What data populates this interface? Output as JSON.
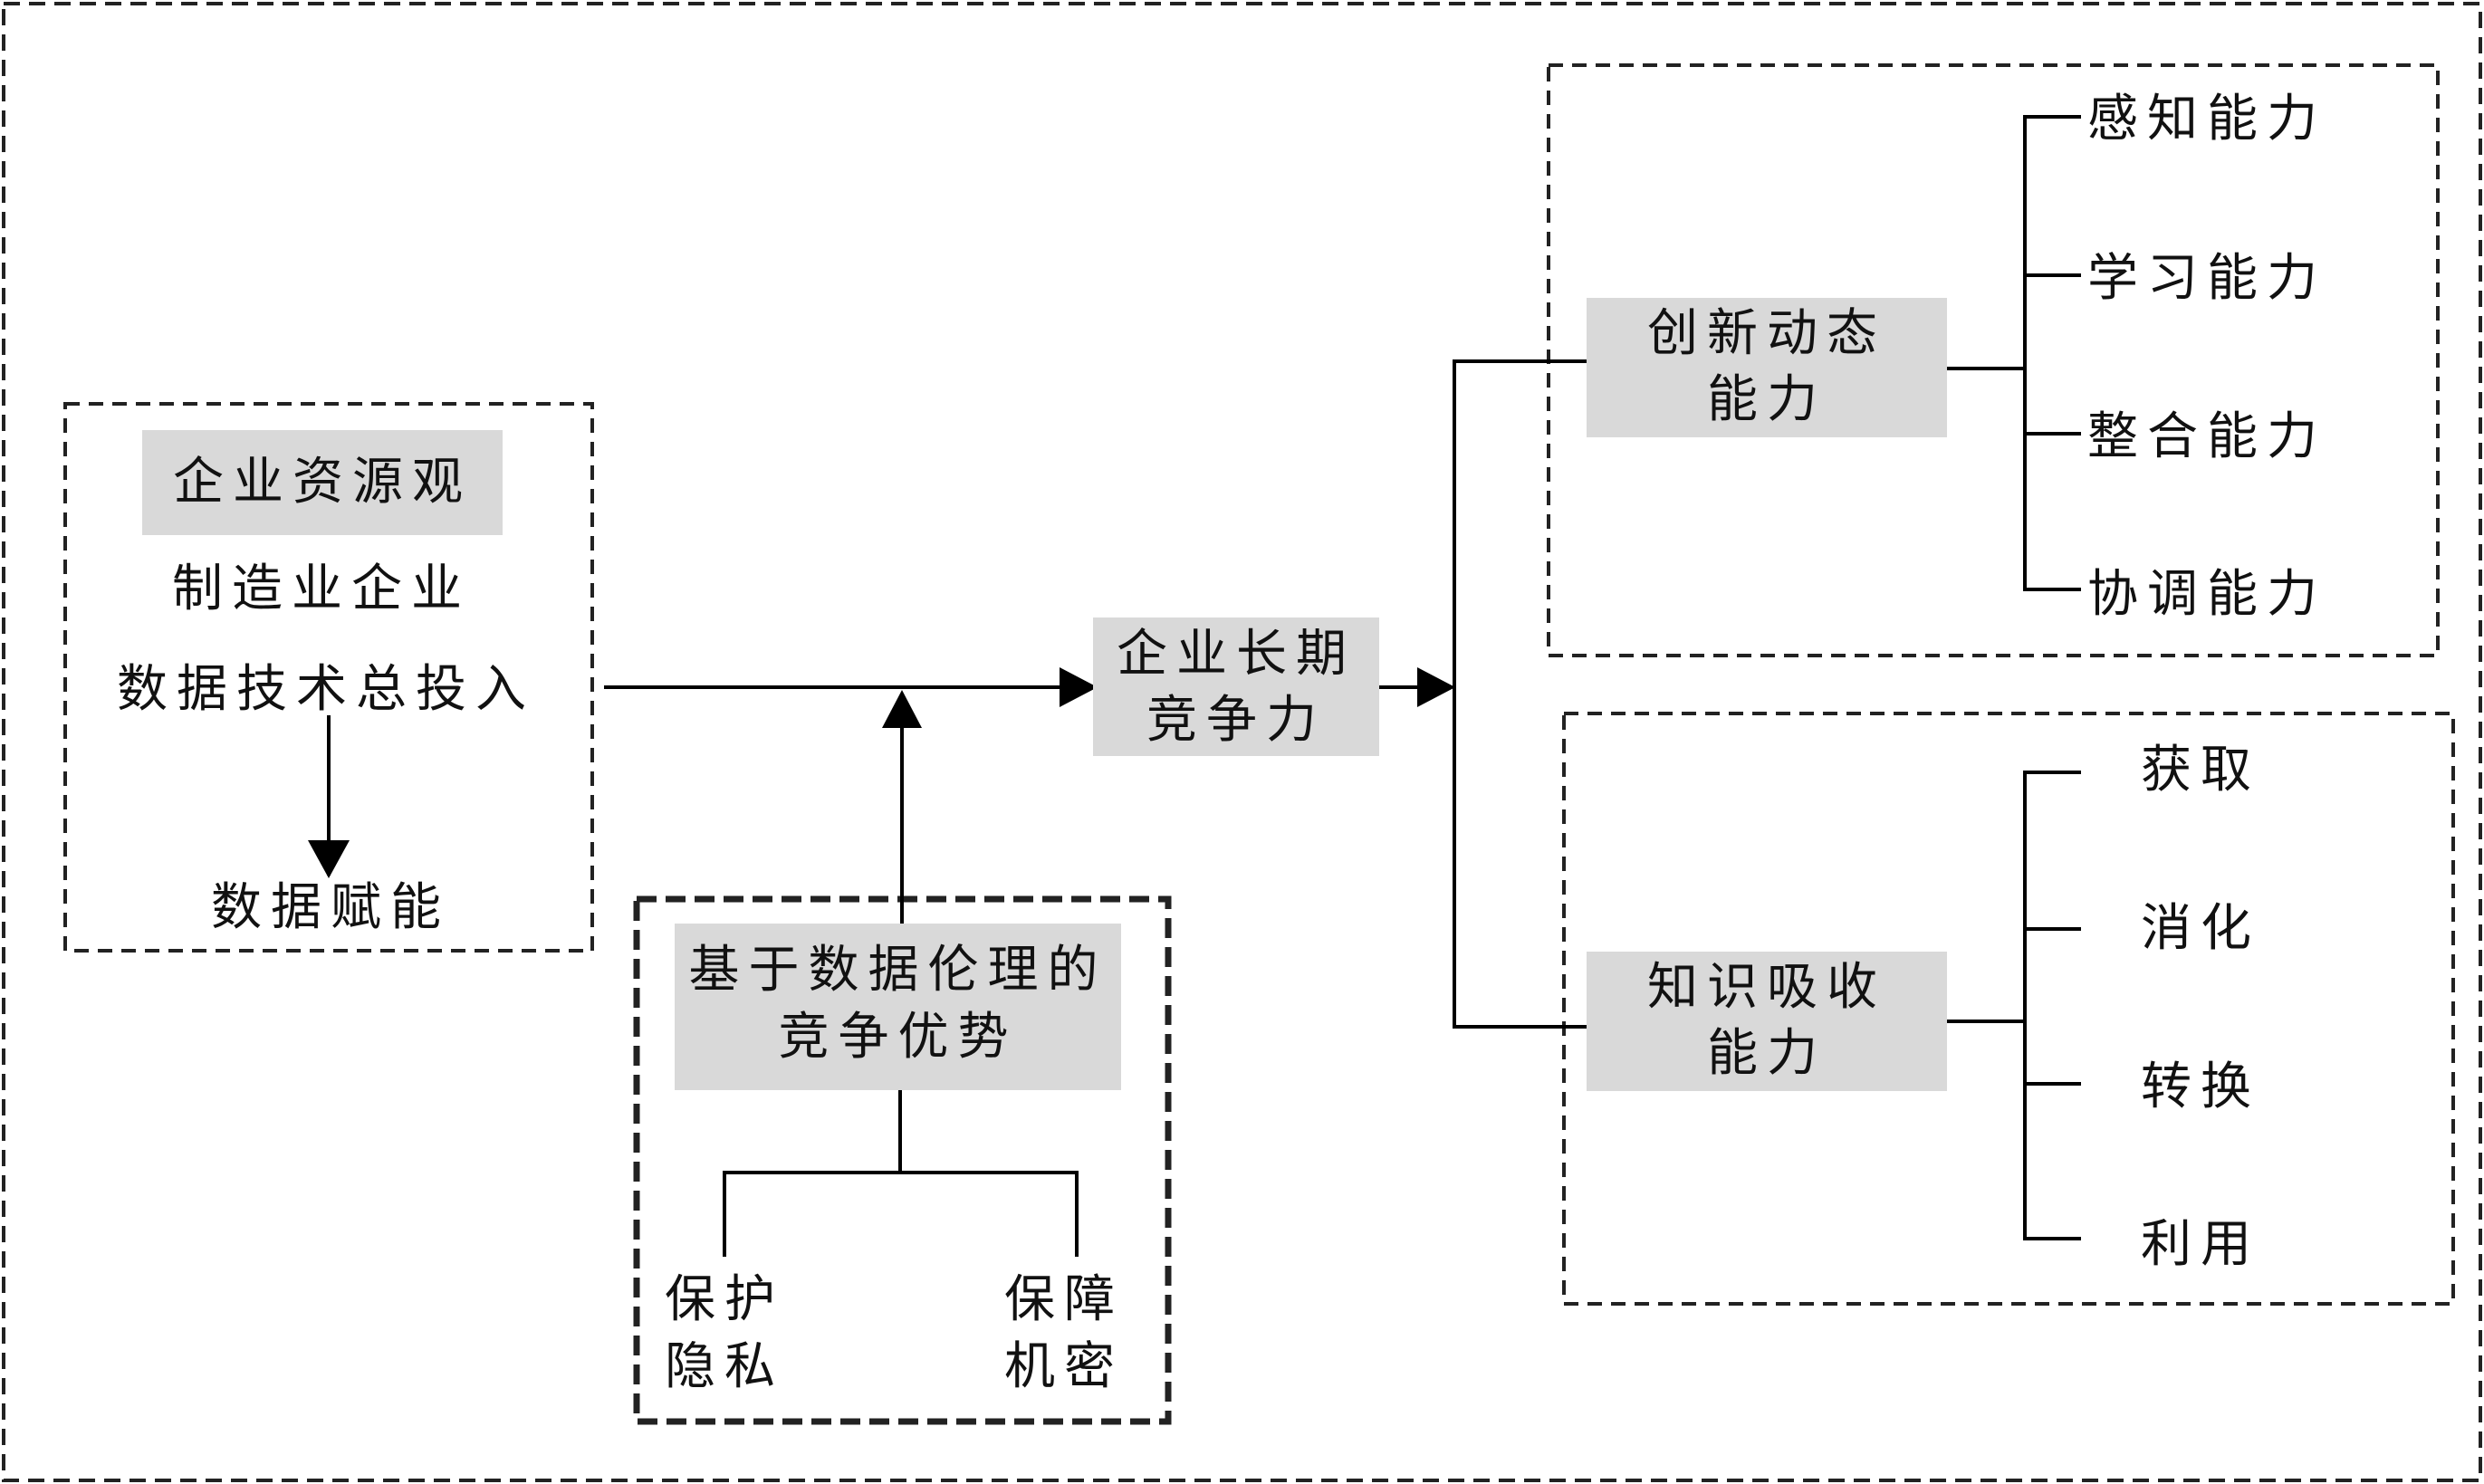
{
  "rbv_box": {
    "title": "企业资源观",
    "line1": "制造业企业",
    "line2": "数据技术总投入",
    "empower": "数据赋能"
  },
  "ethics_box": {
    "title_l1": "基于数据伦理的",
    "title_l2": "竞争优势",
    "left_l1": "保护",
    "left_l2": "隐私",
    "right_l1": "保障",
    "right_l2": "机密"
  },
  "center": {
    "l1": "企业长期",
    "l2": "竞争力"
  },
  "innovation": {
    "l1": "创新动态",
    "l2": "能力",
    "items": [
      "感知能力",
      "学习能力",
      "整合能力",
      "协调能力"
    ]
  },
  "knowledge": {
    "l1": "知识吸收",
    "l2": "能力",
    "items": [
      "获取",
      "消化",
      "转换",
      "利用"
    ]
  }
}
